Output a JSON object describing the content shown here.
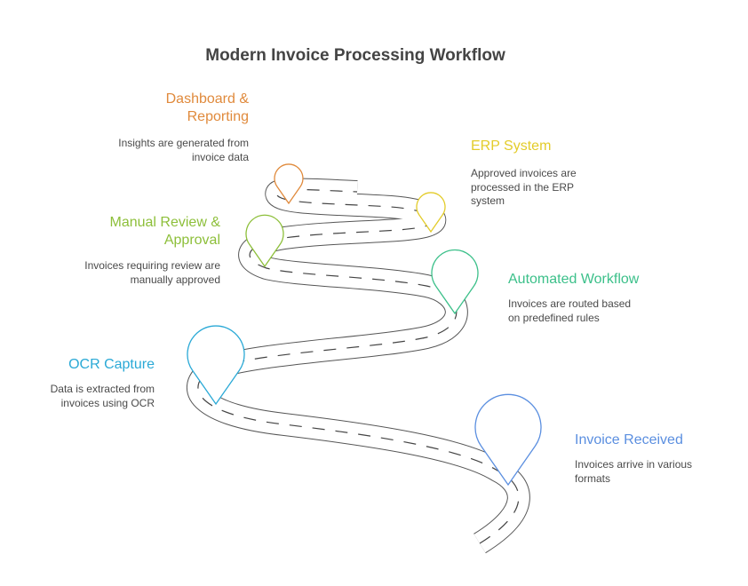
{
  "title": "Modern Invoice Processing Workflow",
  "stages": [
    {
      "id": "invoice-received",
      "title": "Invoice Received",
      "description": "Invoices arrive in various formats",
      "color": "#5b8fe0",
      "order": 1
    },
    {
      "id": "ocr-capture",
      "title": "OCR Capture",
      "description": "Data is extracted from invoices using OCR",
      "color": "#2aa9d6",
      "order": 2
    },
    {
      "id": "automated-workflow",
      "title": "Automated Workflow",
      "description": "Invoices are routed based on predefined rules",
      "color": "#3cc08a",
      "order": 3
    },
    {
      "id": "manual-review",
      "title": "Manual Review & Approval",
      "description": "Invoices requiring review are manually approved",
      "color": "#8dbf3a",
      "order": 4
    },
    {
      "id": "erp-system",
      "title": "ERP System",
      "description": "Approved invoices are processed in the ERP system",
      "color": "#e3cc2a",
      "order": 5
    },
    {
      "id": "dashboard",
      "title": "Dashboard & Reporting",
      "description": "Insights are generated from invoice data",
      "color": "#e08a3c",
      "order": 6
    }
  ]
}
